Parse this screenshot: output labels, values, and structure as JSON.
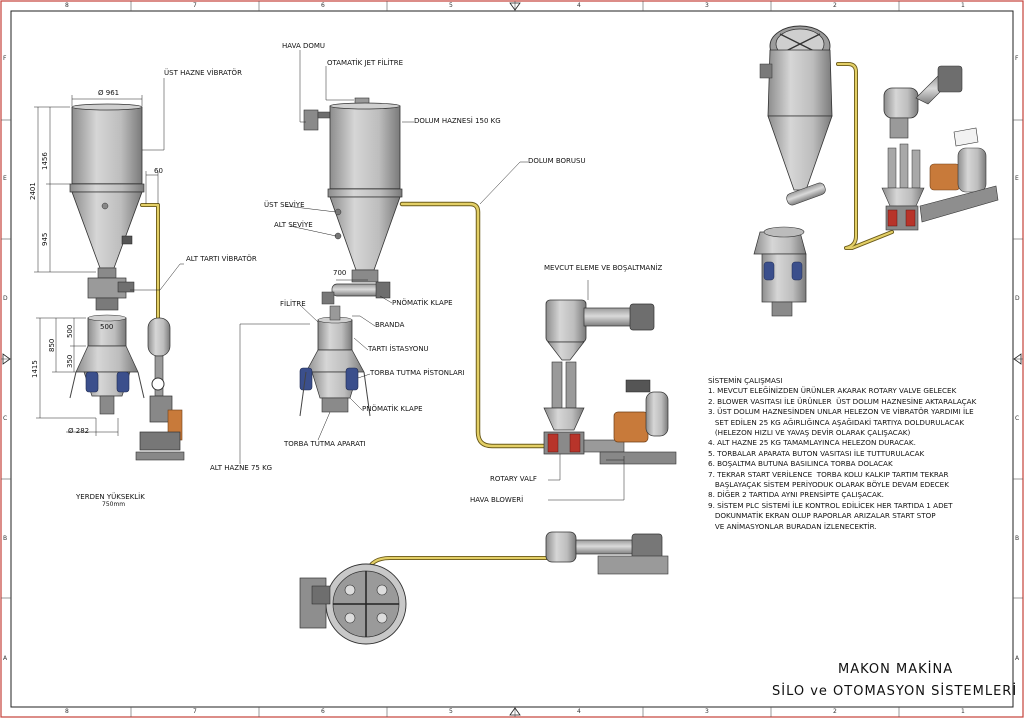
{
  "colors": {
    "pipe": "#d8c25a",
    "steel": "#b8b8b8",
    "steel_dark": "#6e6e6e",
    "motor_blue": "#3b4f8c",
    "valve_red": "#b8342a",
    "blower_orange": "#c87a3a",
    "frame_red": "#c4413a"
  },
  "border": {
    "top_numbers": [
      "8",
      "7",
      "6",
      "5",
      "4",
      "3",
      "2",
      "1"
    ],
    "bottom_numbers": [
      "8",
      "7",
      "6",
      "5",
      "4",
      "3",
      "2",
      "1"
    ],
    "left_letters": [
      "F",
      "E",
      "D",
      "C",
      "B",
      "A"
    ],
    "right_letters": [
      "F",
      "E",
      "D",
      "C",
      "B",
      "A"
    ]
  },
  "labels": {
    "ust_hazne_vibrator": "ÜST HAZNE VİBRATÖR",
    "alt_tarti_vibrator": "ALT TARTI VİBRATÖR",
    "yerden_yukseklik": "YERDEN YÜKSEKLİK",
    "yerden_yukseklik_val": "750mm",
    "hava_domu": "HAVA DOMU",
    "otomatik_jet_filtre": "OTAMATİK JET FİLİTRE",
    "dolum_haznesi": "DOLUM HAZNESİ 150 KG",
    "dolum_borusu": "DOLUM BORUSU",
    "ust_seviye": "ÜST SEVİYE",
    "alt_seviye": "ALT SEVİYE",
    "pnomatik_klape_1": "PNÖMATİK KLAPE",
    "filitre": "FİLİTRE",
    "branda": "BRANDA",
    "tarti_istasyonu": "TARTI İSTASYONU",
    "torba_tutma_pistonlari": "TORBA TUTMA PİSTONLARI",
    "pnomatik_klape_2": "PNÖMATİK KLAPE",
    "torba_tutma_aparati": "TORBA TUTMA APARATI",
    "alt_hazne": "ALT HAZNE 75 KG",
    "mevcut_eleme": "MEVCUT ELEME VE BOŞALTMANİZ",
    "rotary_valf": "ROTARY VALF",
    "hava_bloweri": "HAVA BLOWERİ"
  },
  "dimensions": {
    "d961": "Ø 961",
    "d1456": "1456",
    "d2401": "2401",
    "d945": "945",
    "d60": "60",
    "d500a": "500",
    "d500b": "500",
    "d850": "850",
    "d1415": "1415",
    "d350": "350",
    "d282": "Ø 282",
    "d700": "700"
  },
  "notes": {
    "title": "SİSTEMİN ÇALIŞMASI",
    "lines": [
      "1. MEVCUT ELEĞİNİZDEN ÜRÜNLER AKARAK ROTARY VALVE GELECEK",
      "2. BLOWER VASITASI İLE ÜRÜNLER  ÜST DOLUM HAZNESİNE AKTARALAÇAK",
      "3. ÜST DOLUM HAZNESİNDEN UNLAR HELEZON VE VİBRATÖR YARDIMI İLE",
      "   SET EDİLEN 25 KG AĞIRLIĞINCA AŞAĞIDAKİ TARTIYA DOLDURULACAK",
      "   (HELEZON HIZLI VE YAVAŞ DEVİR OLARAK ÇALIŞACAK)",
      "4. ALT HAZNE 25 KG TAMAMLAYINCA HELEZON DURACAK.",
      "5. TORBALAR APARATA BUTON VASITASI İLE TUTTURULACAK",
      "6. BOŞALTMA BUTUNA BASILINCA TORBA DOLACAK",
      "7. TEKRAR START VERİLENCE  TORBA KOLU KALKIP TARTIM TEKRAR",
      "   BAŞLAYAÇAK SİSTEM PERİYODUK OLARAK BÖYLE DEVAM EDECEK",
      "8. DİĞER 2 TARTIDA AYNI PRENSİPTE ÇALIŞACAK.",
      "9. SİSTEM PLC SİSTEMİ İLE KONTROL EDİLİCEK HER TARTIDA 1 ADET",
      "   DOKUNMATİK EKRAN OLUP RAPORLAR ARIZALAR START STOP",
      "   VE ANİMASYONLAR BURADAN İZLENECEKTİR."
    ]
  },
  "title_block": {
    "line1": "MAKON MAKİNA",
    "line2": "SİLO ve OTOMASYON SİSTEMLERİ"
  }
}
